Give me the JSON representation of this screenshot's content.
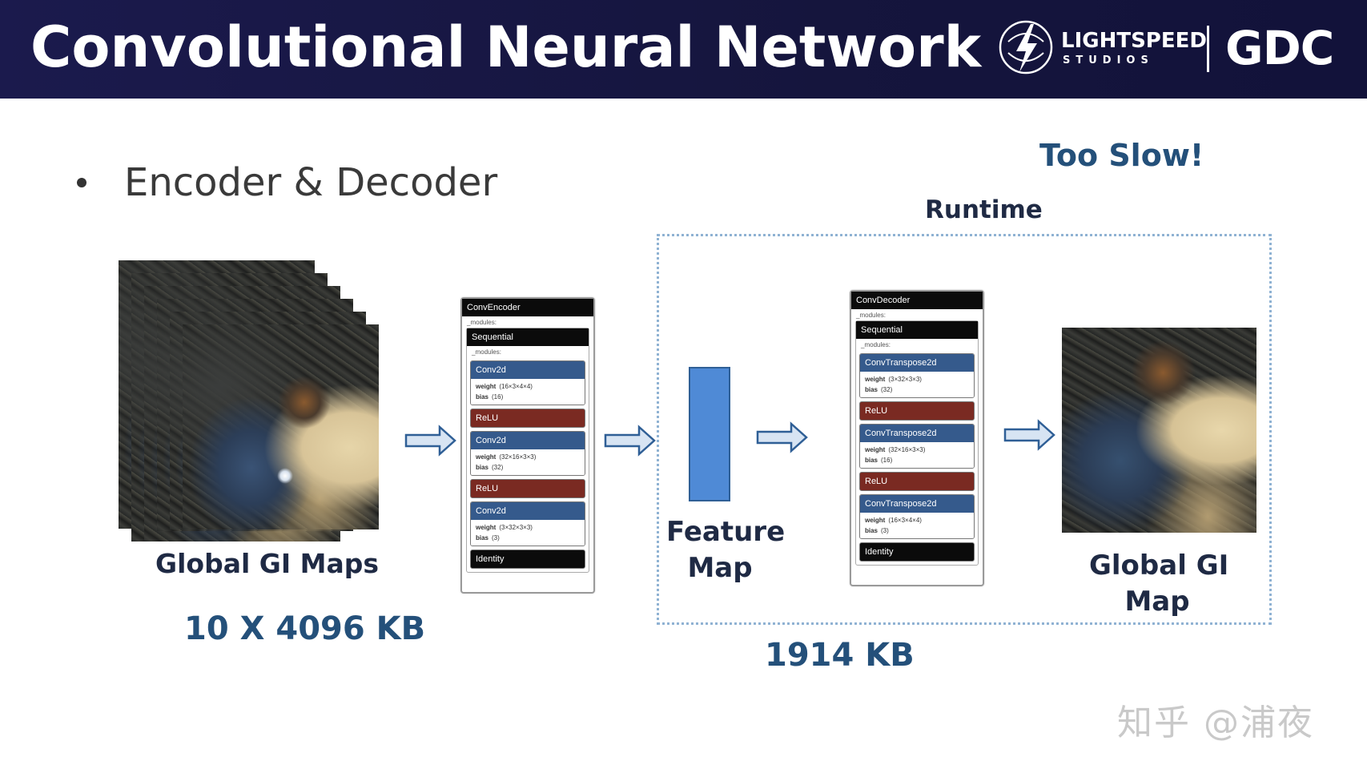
{
  "header": {
    "title": "Convolutional Neural Network",
    "logo_name": "LIGHTSPEED",
    "logo_sub": "STUDIOS",
    "gdc": "GDC"
  },
  "bullet": "Encoder & Decoder",
  "annotations": {
    "too_slow": "Too Slow!",
    "runtime": "Runtime"
  },
  "labels": {
    "global_gi_maps": "Global GI Maps",
    "left_size": "10 X 4096 KB",
    "feature_line1": "Feature",
    "feature_line2": "Map",
    "gi_map_line1": "Global GI",
    "gi_map_line2": "Map",
    "right_size": "1914 KB"
  },
  "encoder": {
    "title": "ConvEncoder",
    "modules_label": "_modules:",
    "sequential": "Sequential",
    "inner_modules_label": "_modules:",
    "layers": [
      {
        "kind": "conv",
        "name": "Conv2d",
        "weight_label": "weight",
        "weight": "(16×3×4×4)",
        "bias_label": "bias",
        "bias": "(16)"
      },
      {
        "kind": "relu",
        "name": "ReLU"
      },
      {
        "kind": "conv",
        "name": "Conv2d",
        "weight_label": "weight",
        "weight": "(32×16×3×3)",
        "bias_label": "bias",
        "bias": "(32)"
      },
      {
        "kind": "relu",
        "name": "ReLU"
      },
      {
        "kind": "conv",
        "name": "Conv2d",
        "weight_label": "weight",
        "weight": "(3×32×3×3)",
        "bias_label": "bias",
        "bias": "(3)"
      },
      {
        "kind": "identity",
        "name": "Identity"
      }
    ]
  },
  "decoder": {
    "title": "ConvDecoder",
    "modules_label": "_modules:",
    "sequential": "Sequential",
    "inner_modules_label": "_modules:",
    "layers": [
      {
        "kind": "conv",
        "name": "ConvTranspose2d",
        "weight_label": "weight",
        "weight": "(3×32×3×3)",
        "bias_label": "bias",
        "bias": "(32)"
      },
      {
        "kind": "relu",
        "name": "ReLU"
      },
      {
        "kind": "conv",
        "name": "ConvTranspose2d",
        "weight_label": "weight",
        "weight": "(32×16×3×3)",
        "bias_label": "bias",
        "bias": "(16)"
      },
      {
        "kind": "relu",
        "name": "ReLU"
      },
      {
        "kind": "conv",
        "name": "ConvTranspose2d",
        "weight_label": "weight",
        "weight": "(16×3×4×4)",
        "bias_label": "bias",
        "bias": "(3)"
      },
      {
        "kind": "identity",
        "name": "Identity"
      }
    ]
  },
  "colors": {
    "header_bg": "#1b1a4d",
    "conv": "#355a8c",
    "relu": "#7a2a22",
    "feature_map": "#4f8ad6",
    "label_blue": "#24507a",
    "runtime_border": "#8fb2d3"
  },
  "watermark": "知乎 @浦夜"
}
